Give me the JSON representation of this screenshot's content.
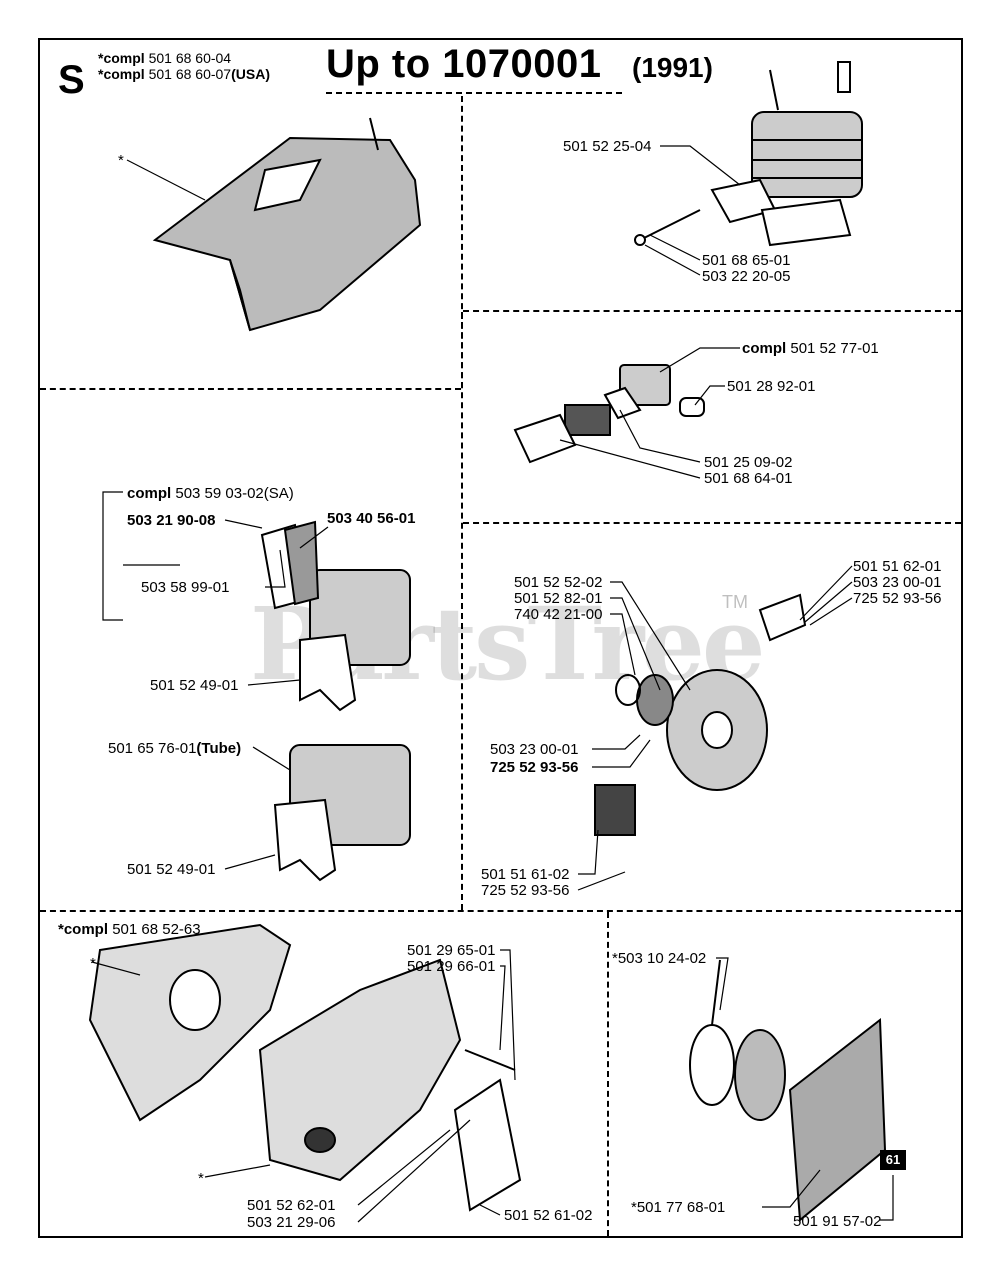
{
  "header": {
    "section": "S",
    "compl1_bold": "*compl",
    "compl1_num": "501 68 60-04",
    "compl2_bold": "*compl",
    "compl2_num": "501 68 60-07",
    "compl2_suffix": "(USA)",
    "title": "Up to 1070001",
    "year": "(1991)"
  },
  "watermark": {
    "text": "PartsTree",
    "tm": "TM"
  },
  "labels": {
    "cover_star": "*",
    "cyl_gasket": "501 52 25-04",
    "cyl_bolt": "501 68 65-01",
    "cyl_nut": "503 22 20-05",
    "carb_compl_bold": "compl",
    "carb_compl_num": "501 52 77-01",
    "carb_hose": "501 28 92-01",
    "carb_gasket": "501 25 09-02",
    "carb_intake": "501 68 64-01",
    "muff_compl_bold": "compl",
    "muff_compl_num": "503 59 03-02(SA)",
    "muff_screw": "503 21 90-08",
    "muff_screen": "503 40 56-01",
    "muff_gasket": "503 58 99-01",
    "muff_bracket1": "501 52 49-01",
    "muff_tube_num": "501 65 76-01",
    "muff_tube_bold": "(Tube)",
    "muff_bracket2": "501 52 49-01",
    "fly_1": "501 52 52-02",
    "fly_2": "501 52 82-01",
    "fly_3": "740 42 21-00",
    "fly_4": "503 23 00-01",
    "fly_5": "725 52 93-56",
    "sw_1": "501 51 62-01",
    "sw_2": "503 23 00-01",
    "sw_3": "725 52 93-56",
    "ign_1": "501 51 61-02",
    "ign_2": "725 52 93-56",
    "crank_compl_bold": "*compl",
    "crank_compl_num": "501 68 52-63",
    "crank_star1": "*",
    "crank_star2": "*",
    "crank_1": "501 29 65-01",
    "crank_2": "501 29 66-01",
    "crank_3": "501 52 62-01",
    "crank_4": "503 21 29-06",
    "crank_5": "501 52 61-02",
    "start_1": "*503 10 24-02",
    "start_2": "*501 77 68-01",
    "start_3": "501 91 57-02",
    "badge": "61"
  }
}
